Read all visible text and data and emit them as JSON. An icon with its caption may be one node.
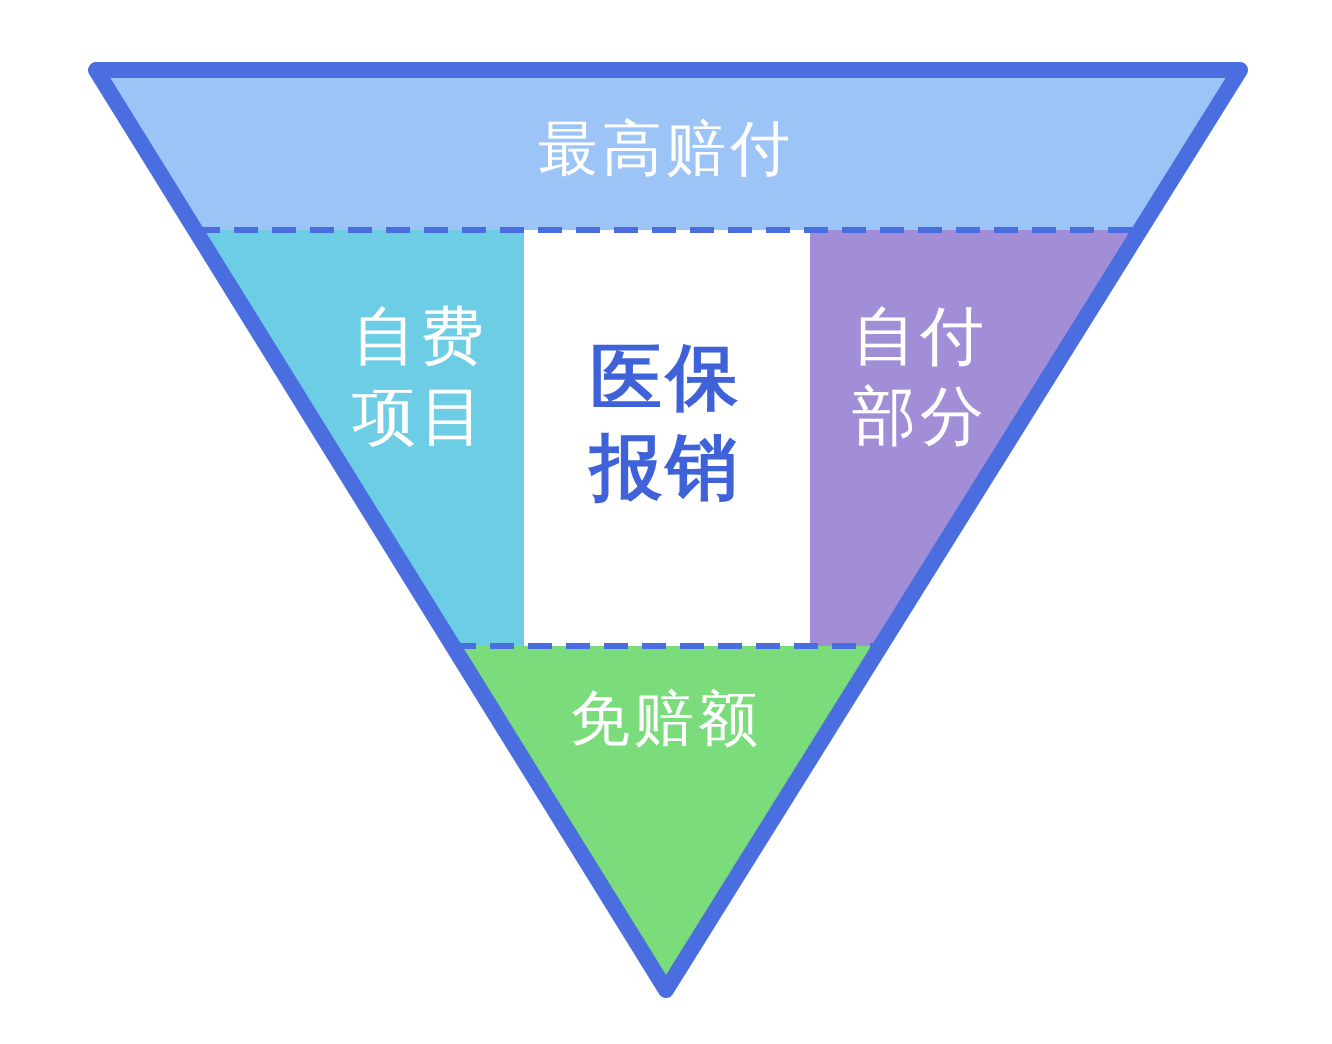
{
  "diagram": {
    "nodes": [
      {
        "text": [
          "最高赔付"
        ]
      },
      {
        "text": [
          "自费项目"
        ]
      },
      {
        "text": [
          "医保报销"
        ]
      },
      {
        "text": [
          "自付部分"
        ]
      },
      {
        "text": [
          "免赔额"
        ]
      }
    ]
  }
}
